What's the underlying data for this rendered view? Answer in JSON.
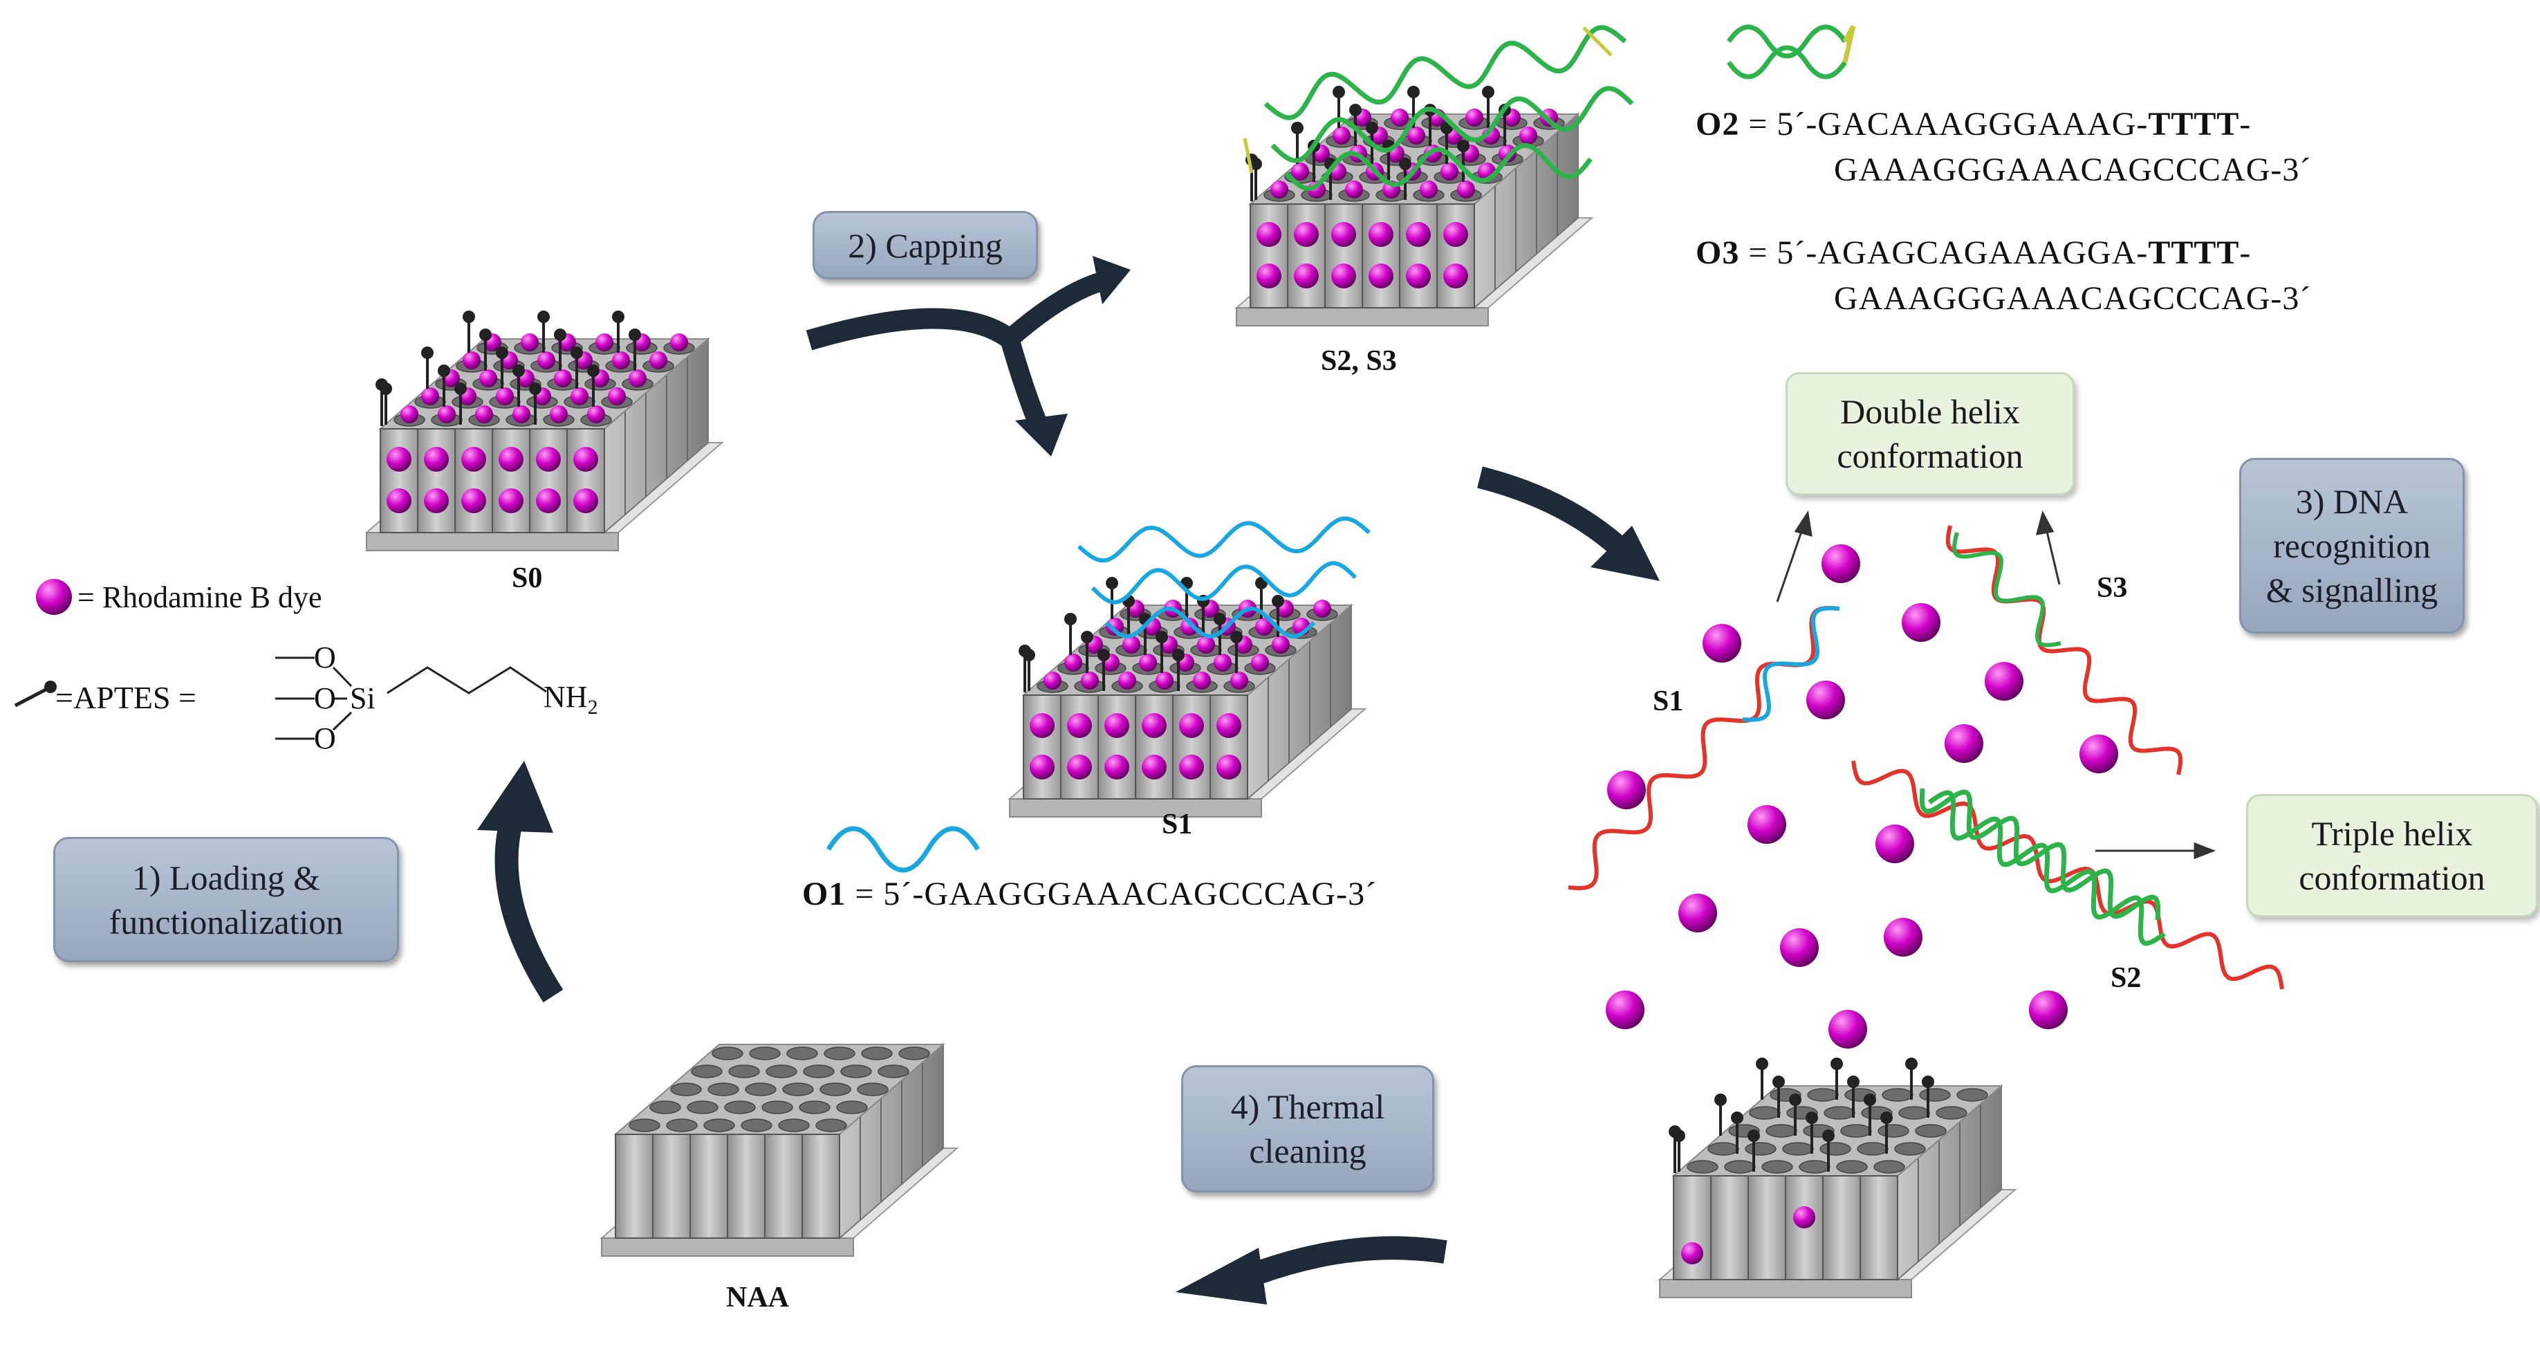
{
  "steps": {
    "loading": "1) Loading & functionalization",
    "capping": "2) Capping",
    "recognition": "3) DNA recognition & signalling",
    "thermal": "4) Thermal cleaning"
  },
  "conformations": {
    "double": "Double helix conformation",
    "triple": "Triple helix conformation"
  },
  "samples": {
    "s0": "S0",
    "s1": "S1",
    "s23": "S2, S3",
    "naa": "NAA",
    "s1_label": "S1",
    "s2_label": "S2",
    "s3_label": "S3"
  },
  "legend": {
    "dye": "= Rhodamine B  dye",
    "aptes": "=APTES =",
    "nh2": "NH",
    "nh2_sub": "2",
    "si": "Si",
    "o1": "O",
    "o2": "O",
    "o3": "O"
  },
  "sequences": {
    "o1_label": "O1",
    "o1_seq": " = 5´-GAAGGGAAACAGCCCAG-3´",
    "o2_label": "O2",
    "o2_line1a": " = 5´-GACAAAGGGAAAG-",
    "o2_bold": "TTTT",
    "o2_line1b": "-",
    "o2_line2": "GAAAGGGAAACAGCCCAG-3´",
    "o3_label": "O3",
    "o3_line1a": " = 5´-AGAGCAGAAAGGA-",
    "o3_bold": "TTTT",
    "o3_line1b": "-",
    "o3_line2": "GAAAGGGAAACAGCCCAG-3´"
  },
  "colors": {
    "dye": "#d000c8",
    "arrow": "#1e2a38",
    "o1": "#1aa7e0",
    "o2": "#2db34a",
    "target": "#e2342b",
    "linker": "#c8c838"
  }
}
